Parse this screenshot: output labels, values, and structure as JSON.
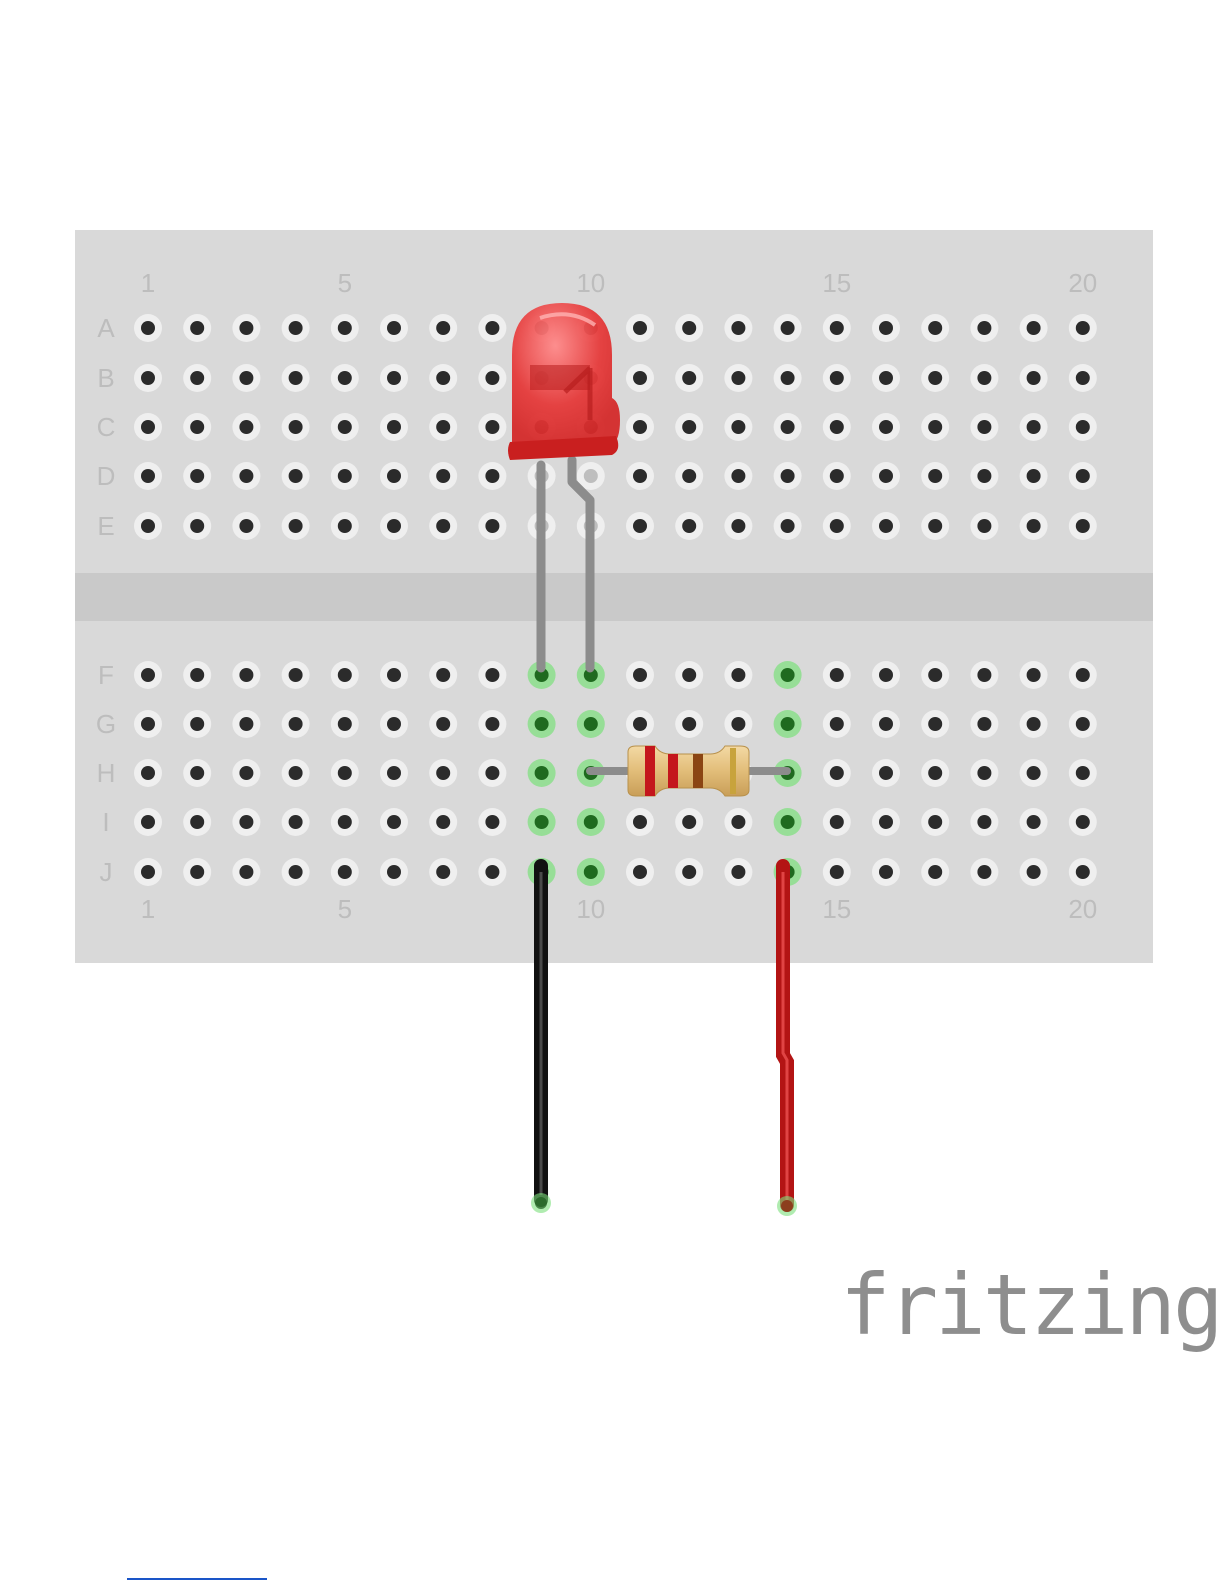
{
  "breadboard": {
    "column_labels": [
      "1",
      "5",
      "10",
      "15",
      "20"
    ],
    "column_label_positions": [
      1,
      5,
      10,
      15,
      20
    ],
    "top_rows": [
      "A",
      "B",
      "C",
      "D",
      "E"
    ],
    "bottom_rows": [
      "F",
      "G",
      "H",
      "I",
      "J"
    ],
    "columns": 20
  },
  "components": {
    "led": {
      "name": "red LED",
      "color": "#e23b3b",
      "legs_columns": [
        9,
        10
      ],
      "row_top": "A",
      "row_bottom": "F"
    },
    "resistor": {
      "name": "resistor",
      "row": "H",
      "from_column": 10,
      "to_column": 14,
      "band_colors": [
        "#c4161c",
        "#c4161c",
        "#8b4513",
        "#c8a33c"
      ]
    },
    "wires": [
      {
        "name": "black wire",
        "color": "#111111",
        "column": 9,
        "row": "J"
      },
      {
        "name": "red wire",
        "color": "#c4161c",
        "column": 14,
        "row": "J"
      }
    ]
  },
  "connected_columns": [
    9,
    10,
    14
  ],
  "brand": {
    "logo_text": "fritzing",
    "logo_color": "#8e8e8e"
  },
  "colors": {
    "board": "#d9d9d9",
    "channel": "#c9c9c9",
    "hole": "#2b2b2b",
    "hole_ring": "#efefef",
    "highlight": "#7be07b"
  }
}
